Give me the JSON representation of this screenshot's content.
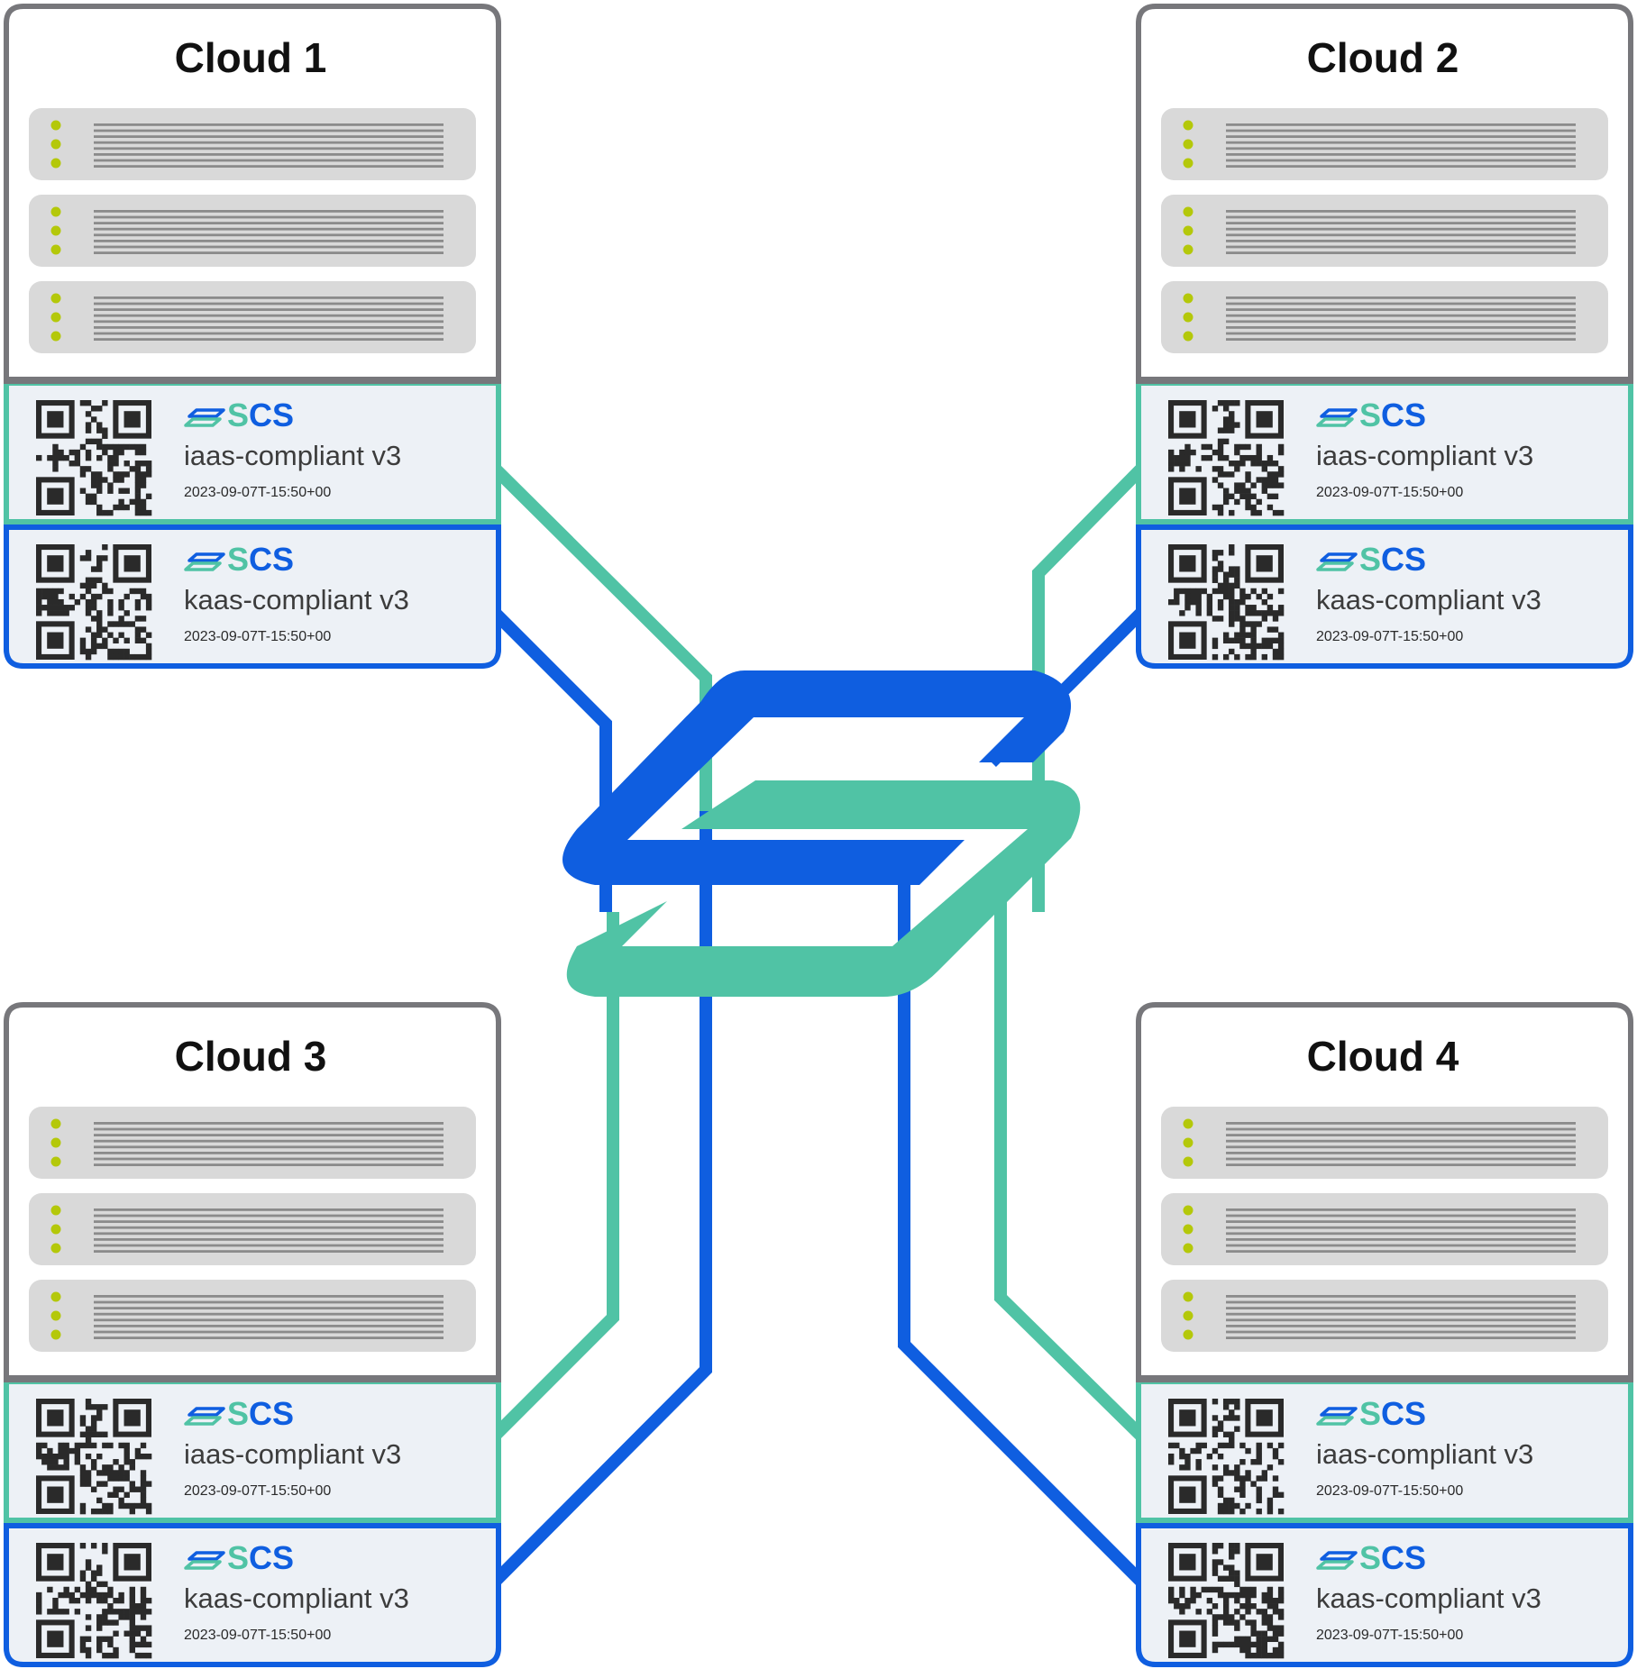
{
  "colors": {
    "frame": "#77777b",
    "teal": "#50c3a5",
    "blue": "#0f5ee0",
    "badge_bg": "#edf1f6",
    "rack": "#d9d9d9",
    "rack_line": "#8b8b8b",
    "led": "#b4c80a",
    "qr": "#2a2a2a"
  },
  "logo": {
    "name": "scs-logo-icon"
  },
  "clouds": [
    {
      "title": "Cloud 1",
      "badges": [
        {
          "kind": "iaas",
          "brand": "SCS",
          "name": "iaas-compliant v3",
          "date": "2023-09-07T-15:50+00"
        },
        {
          "kind": "kaas",
          "brand": "SCS",
          "name": "kaas-compliant v3",
          "date": "2023-09-07T-15:50+00"
        }
      ]
    },
    {
      "title": "Cloud 2",
      "badges": [
        {
          "kind": "iaas",
          "brand": "SCS",
          "name": "iaas-compliant v3",
          "date": "2023-09-07T-15:50+00"
        },
        {
          "kind": "kaas",
          "brand": "SCS",
          "name": "kaas-compliant v3",
          "date": "2023-09-07T-15:50+00"
        }
      ]
    },
    {
      "title": "Cloud 3",
      "badges": [
        {
          "kind": "iaas",
          "brand": "SCS",
          "name": "iaas-compliant v3",
          "date": "2023-09-07T-15:50+00"
        },
        {
          "kind": "kaas",
          "brand": "SCS",
          "name": "kaas-compliant v3",
          "date": "2023-09-07T-15:50+00"
        }
      ]
    },
    {
      "title": "Cloud 4",
      "badges": [
        {
          "kind": "iaas",
          "brand": "SCS",
          "name": "iaas-compliant v3",
          "date": "2023-09-07T-15:50+00"
        },
        {
          "kind": "kaas",
          "brand": "SCS",
          "name": "kaas-compliant v3",
          "date": "2023-09-07T-15:50+00"
        }
      ]
    }
  ]
}
